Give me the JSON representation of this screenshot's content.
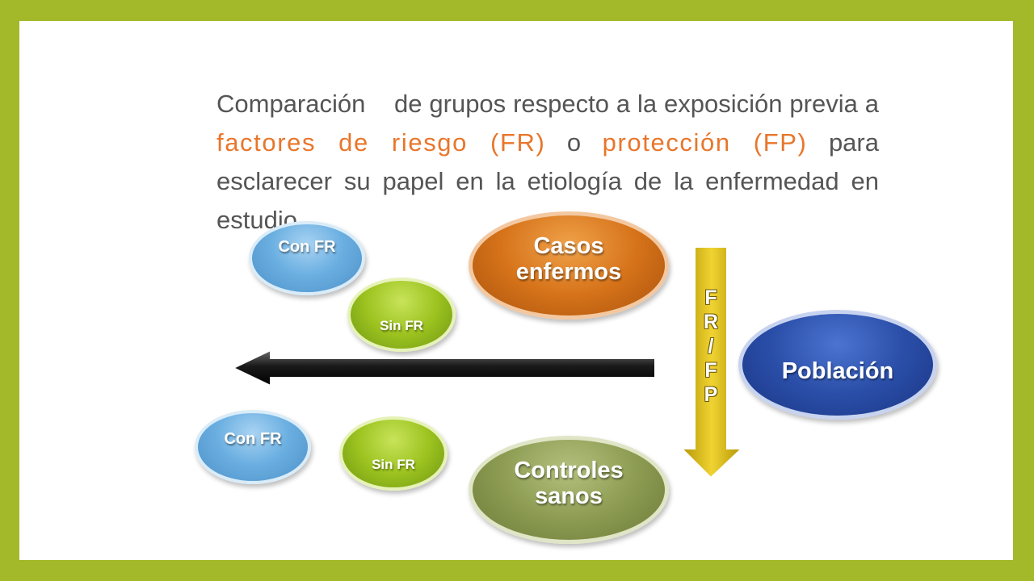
{
  "intro": {
    "t1": "Comparación",
    "t2": "de grupos respecto a la exposición previa a ",
    "t3": "factores de riesgo (FR)",
    "t4": " o ",
    "t5": "protección (FP)",
    "t6": " para esclarecer su papel en la etiología de la enfermedad en estudio."
  },
  "diagram": {
    "con_fr_top": "Con FR",
    "sin_fr_top": "Sin FR",
    "casos": "Casos enfermos",
    "poblacion": "Población",
    "con_fr_bottom": "Con FR",
    "sin_fr_bottom": "Sin FR",
    "controles": "Controles sanos",
    "frfp_letters": [
      "F",
      "R",
      "/",
      "F",
      "P"
    ]
  },
  "colors": {
    "frame": "#a4b929",
    "highlight": "#e8762b",
    "text": "#555555"
  }
}
